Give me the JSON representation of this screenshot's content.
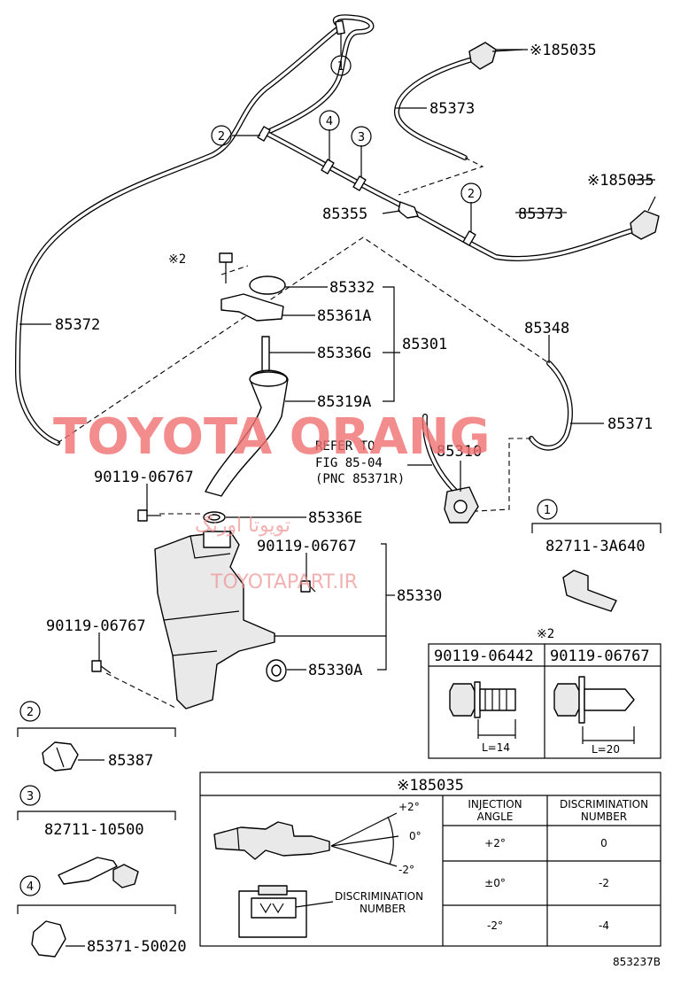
{
  "parts": {
    "p85035_a": "※185035",
    "p85373_a": "85373",
    "p85035_b": "※185035",
    "p85373_b": "85373",
    "p85355": "85355",
    "p85372": "85372",
    "note_x2": "※2",
    "p85332": "85332",
    "p85361a": "85361A",
    "p85336g": "85336G",
    "p85301": "85301",
    "p85319a": "85319A",
    "p85348": "85348",
    "p85371": "85371",
    "refer_line1": "REFER TO",
    "refer_line2": "FIG 85-04",
    "refer_line3": "(PNC 85371R)",
    "p85310": "85310",
    "bolt_a": "90119-06767",
    "p85336e": "85336E",
    "bolt_b": "90119-06767",
    "p85330": "85330",
    "bolt_c": "90119-06767",
    "p85330a": "85330A"
  },
  "callouts": [
    "1",
    "2",
    "3",
    "4"
  ],
  "insets": {
    "i1_num": "1",
    "i1_part": "82711-3A640",
    "i2_num": "2",
    "i2_part": "85387",
    "i3_num": "3",
    "i3_part": "82711-10500",
    "i4_num": "4",
    "i4_part": "85371-50020"
  },
  "bolt_table": {
    "note": "※2",
    "col1": "90119-06442",
    "col2": "90119-06767",
    "len1": "L=14",
    "len2": "L=20"
  },
  "nozzle_table": {
    "title": "※185035",
    "h_angle": [
      "INJECTION",
      "ANGLE"
    ],
    "h_disc": [
      "DISCRIMINATION",
      "NUMBER"
    ],
    "rows": [
      {
        "angle": "+2°",
        "number": "0"
      },
      {
        "angle": "±0°",
        "number": "-2"
      },
      {
        "angle": "-2°",
        "number": "-4"
      }
    ],
    "angle_p2": "+2°",
    "angle_0": "0°",
    "angle_m2": "-2°",
    "disc_label": [
      "DISCRIMINATION",
      "NUMBER"
    ]
  },
  "watermark": {
    "main": "TOYOTA ORANG",
    "persian": "تويوتا اورنگ",
    "site": "TOYOTAPART.IR"
  },
  "figure_id": "853237B"
}
